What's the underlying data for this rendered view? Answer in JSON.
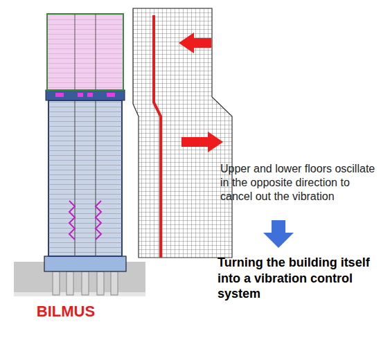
{
  "diagram": {
    "labels": [
      "BILMUS",
      "Upper and lower floors oscillate in the opposite direction to cancel out the vibration",
      "Turning the building itself into a vibration control system"
    ]
  }
}
